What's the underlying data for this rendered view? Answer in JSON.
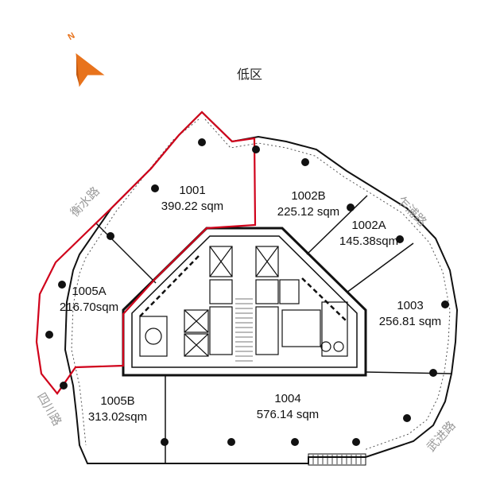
{
  "zone_label": "低区",
  "north_letter": "N",
  "roads": {
    "hengshui": "衡水路",
    "sichuan": "四川路",
    "wujin": "武进路",
    "zhapu": "乍浦路"
  },
  "units": [
    {
      "id": "1001",
      "area": "390.22  sqm"
    },
    {
      "id": "1002B",
      "area": "225.12 sqm"
    },
    {
      "id": "1002A",
      "area": "145.38sqm"
    },
    {
      "id": "1003",
      "area": "256.81 sqm"
    },
    {
      "id": "1004",
      "area": "576.14  sqm"
    },
    {
      "id": "1005A",
      "area": "216.70sqm"
    },
    {
      "id": "1005B",
      "area": "313.02sqm"
    }
  ],
  "colors": {
    "highlight": "#d0021b",
    "compass": "#e8731c",
    "wall": "#111111",
    "road_text": "#9a9a9a"
  }
}
